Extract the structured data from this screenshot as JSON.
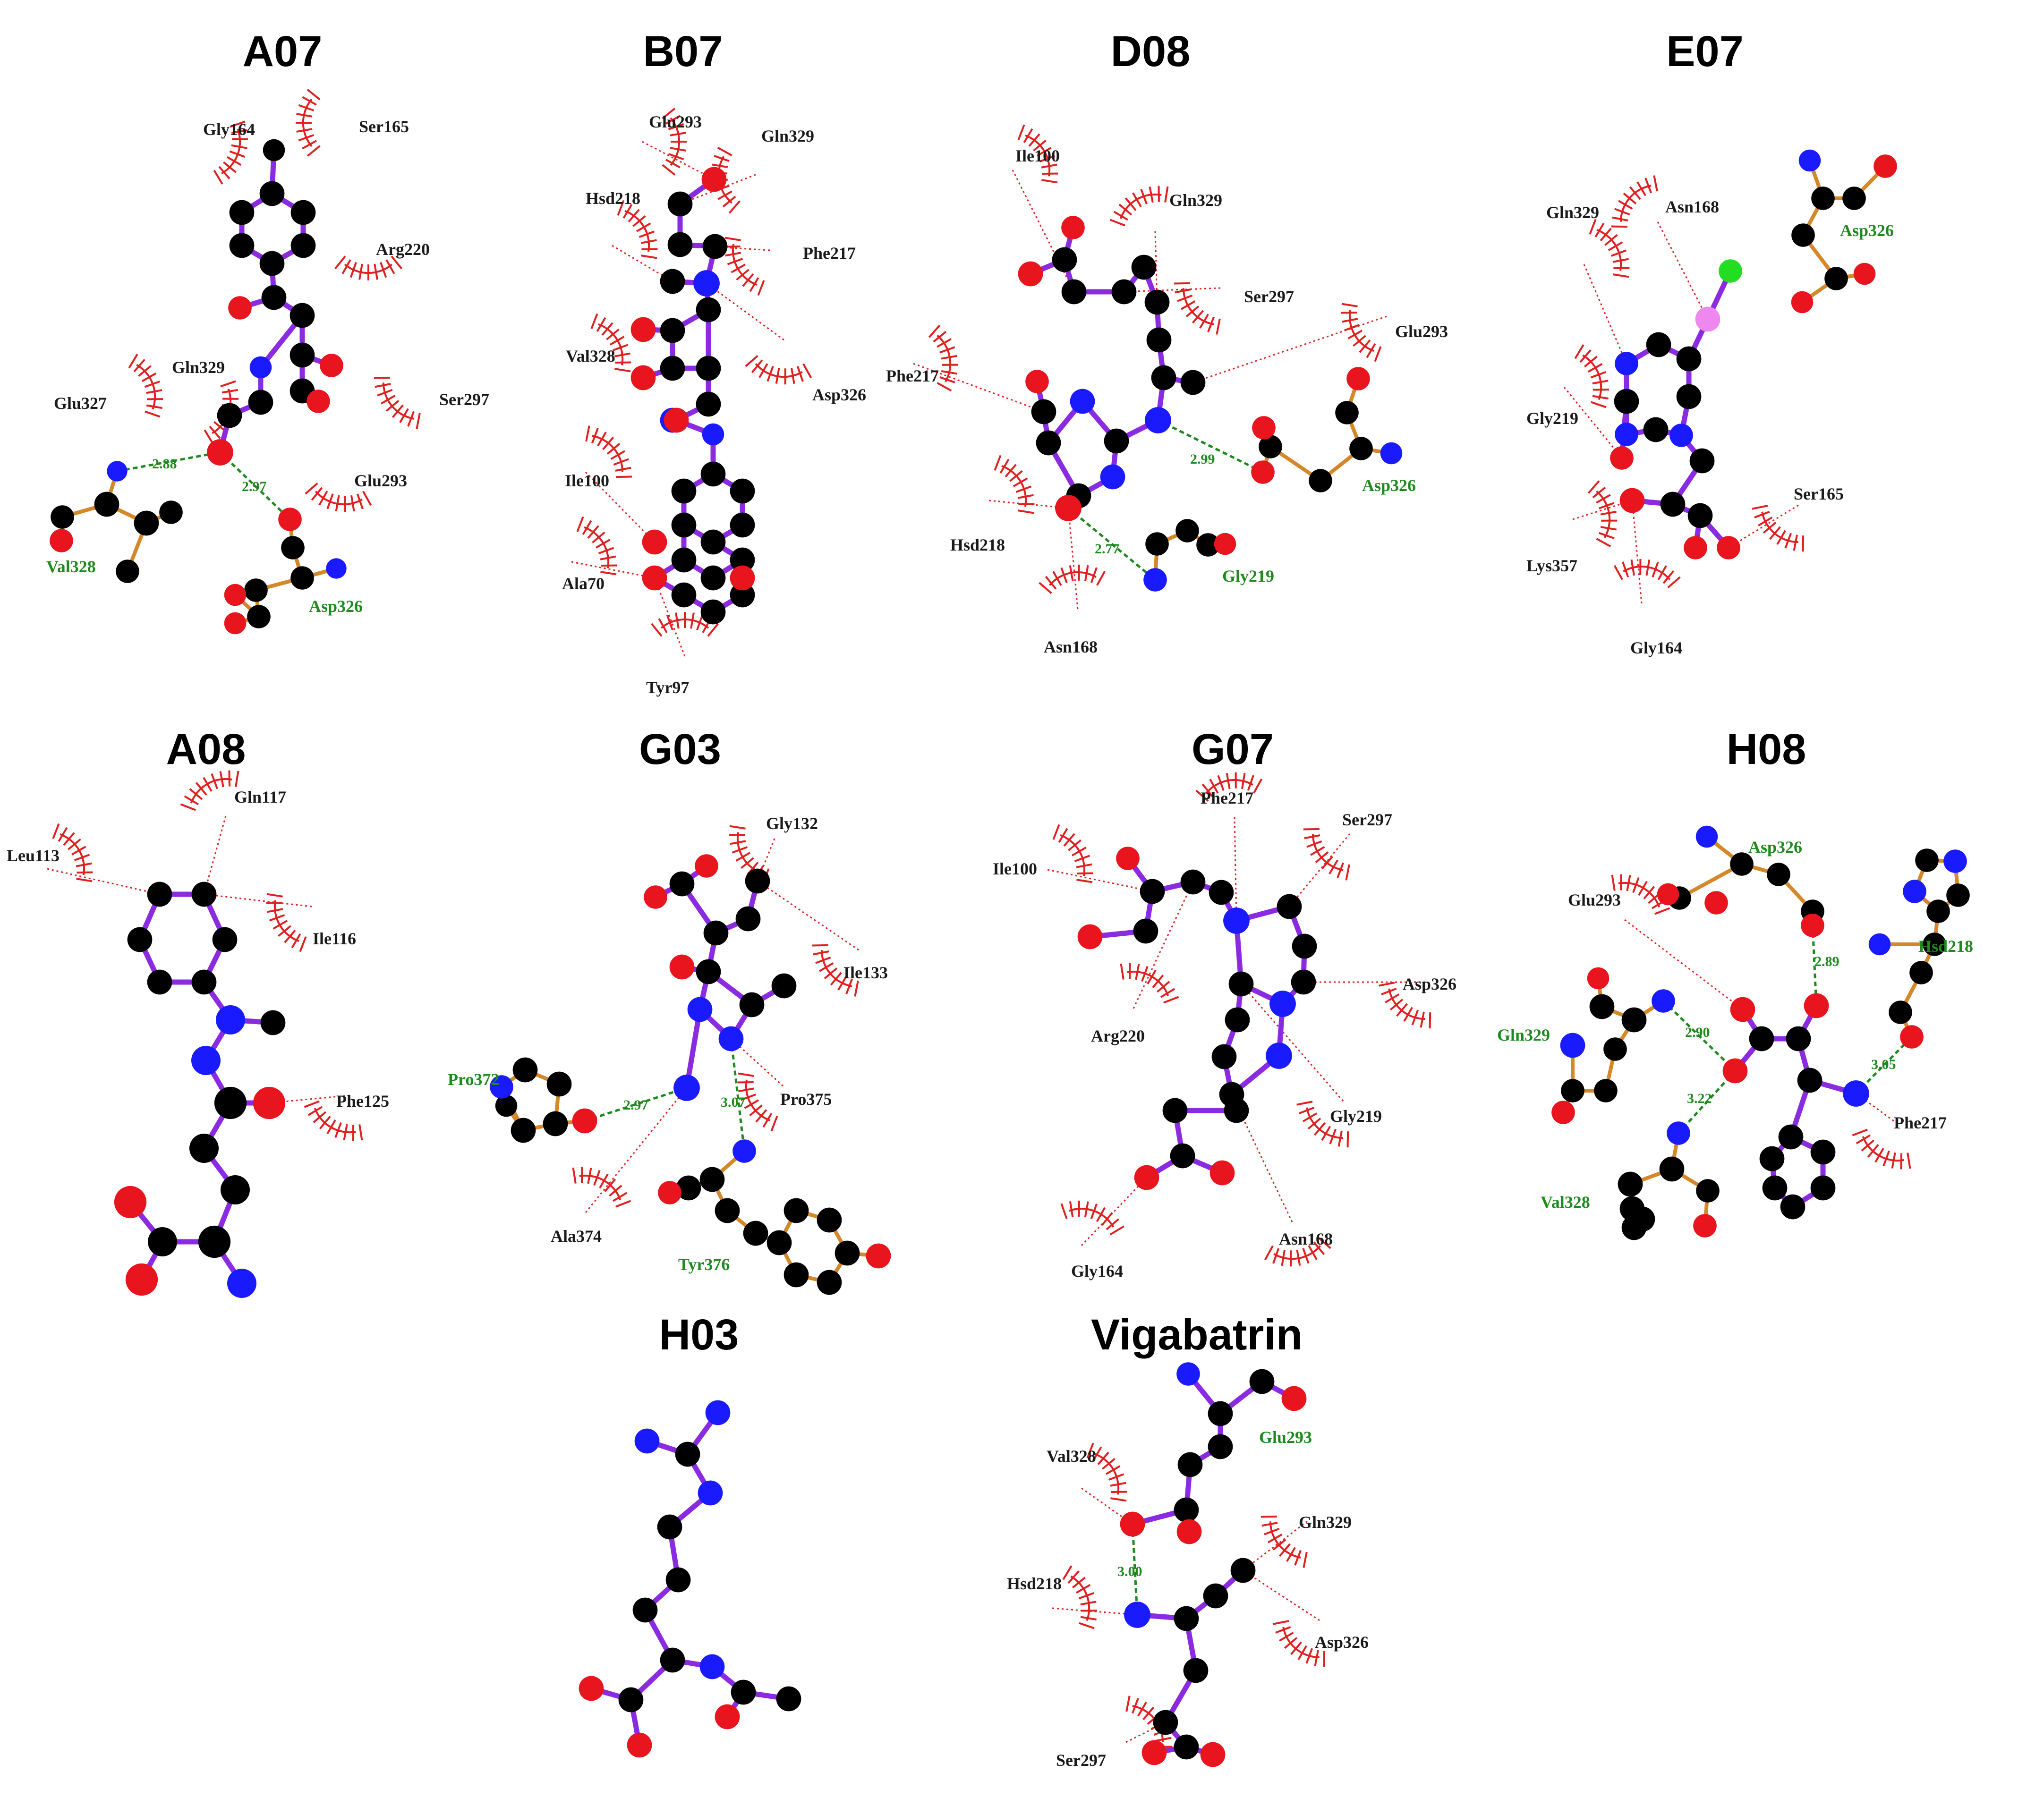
{
  "colors": {
    "ligand_bond": "#8a2be2",
    "residue_bond": "#d4882a",
    "carbon": "#000000",
    "oxygen": "#e8141e",
    "nitrogen": "#1a1aff",
    "phosphorus": "#22dd22",
    "bromine": "#ee88ee",
    "hbond": "#1e8a1e",
    "hydrophobic": "#e02020"
  },
  "panels": [
    {
      "key": "A07",
      "title": "A07"
    },
    {
      "key": "B07",
      "title": "B07"
    },
    {
      "key": "D08",
      "title": "D08"
    },
    {
      "key": "E07",
      "title": "E07"
    },
    {
      "key": "A08",
      "title": "A08"
    },
    {
      "key": "G03",
      "title": "G03"
    },
    {
      "key": "G07",
      "title": "G07"
    },
    {
      "key": "H08",
      "title": "H08"
    },
    {
      "key": "H03",
      "title": "H03"
    },
    {
      "key": "Vigabatrin",
      "title": "Vigabatrin"
    }
  ],
  "hydrophobic_residues": [
    "Gly164",
    "Ser165",
    "Arg220",
    "Gln329",
    "Glu327",
    "Ser297",
    "Glu293",
    "Glu293",
    "Gln329",
    "Hsd218",
    "Phe217",
    "Val328",
    "Asp326",
    "Ile100",
    "Ala70",
    "Tyr97",
    "Ile100",
    "Gln329",
    "Ser297",
    "Glu293",
    "Phe217",
    "Hsd218",
    "Asn168",
    "Asn168",
    "Gln329",
    "Gly219",
    "Lys357",
    "Gly164",
    "Ser165",
    "Gln117",
    "Leu113",
    "Ile116",
    "Phe125",
    "Gly132",
    "Ile133",
    "Pro375",
    "Ala374",
    "Phe217",
    "Ser297",
    "Ile100",
    "Asp326",
    "Arg220",
    "Gly219",
    "Asn168",
    "Gly164",
    "Glu293",
    "Phe217",
    "Val328",
    "Gln329",
    "Hsd218",
    "Asp326",
    "Ser297"
  ],
  "hbond_residues": [
    "Val328",
    "Asp326",
    "Asp326",
    "Gly219",
    "Asp326",
    "Pro372",
    "Tyr376",
    "Asp326",
    "Hsd218",
    "Gln329",
    "Val328",
    "Glu293"
  ],
  "distances": [
    "2.88",
    "2.97",
    "2.99",
    "2.77",
    "2.97",
    "3.07",
    "2.89",
    "2.90",
    "3.22",
    "3.05",
    "3.00"
  ]
}
